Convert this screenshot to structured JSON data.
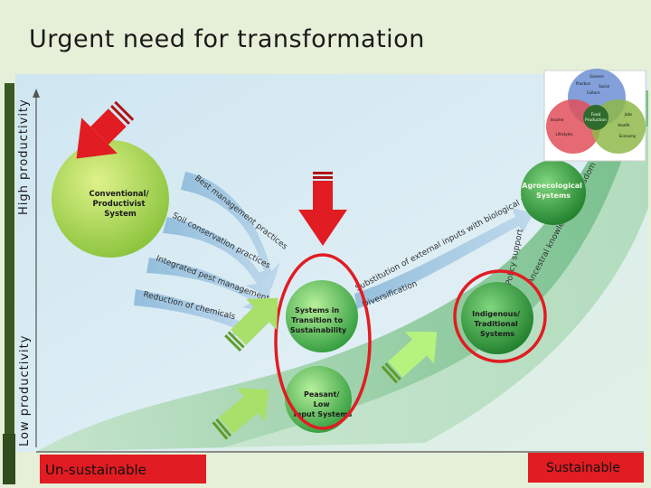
{
  "title": "Urgent need for transformation",
  "axis": {
    "high": "High productivity",
    "low": "Low productivity"
  },
  "bottom": {
    "left": "Un-sustainable",
    "right": "Sustainable"
  },
  "nodes": {
    "conventional": [
      "Conventional/",
      "Productivist",
      "System"
    ],
    "transition": [
      "Systems in",
      "Transition to",
      "Sustainability"
    ],
    "peasant": [
      "Peasant/",
      "Low",
      "Input Systems"
    ],
    "indigenous": [
      "Indigenous/",
      "Traditional",
      "Systems"
    ],
    "agroecological": [
      "Agroecological",
      "Systems"
    ]
  },
  "flows": {
    "best": "Best management practices",
    "soil": "Soil conservation practices",
    "ipm": "Integrated pest management",
    "reduction": "Reduction of chemicals",
    "substitution": "Substitution of external inputs with biological processes",
    "diversification": "Diversification",
    "ancestral": "Ancestral knowledge and wisdom",
    "support": "Policy support"
  },
  "inset": {
    "circles": [
      "Science",
      "Practice",
      "Social",
      "Culture",
      "Income",
      "Health",
      "Lifestyles",
      "Economy",
      "Jobs",
      "Food",
      "Production"
    ]
  },
  "colors": {
    "red": "#e11c22",
    "green_dark": "#2e7d32",
    "green_light": "#9ed36a",
    "bg": "#e6f0d8"
  }
}
